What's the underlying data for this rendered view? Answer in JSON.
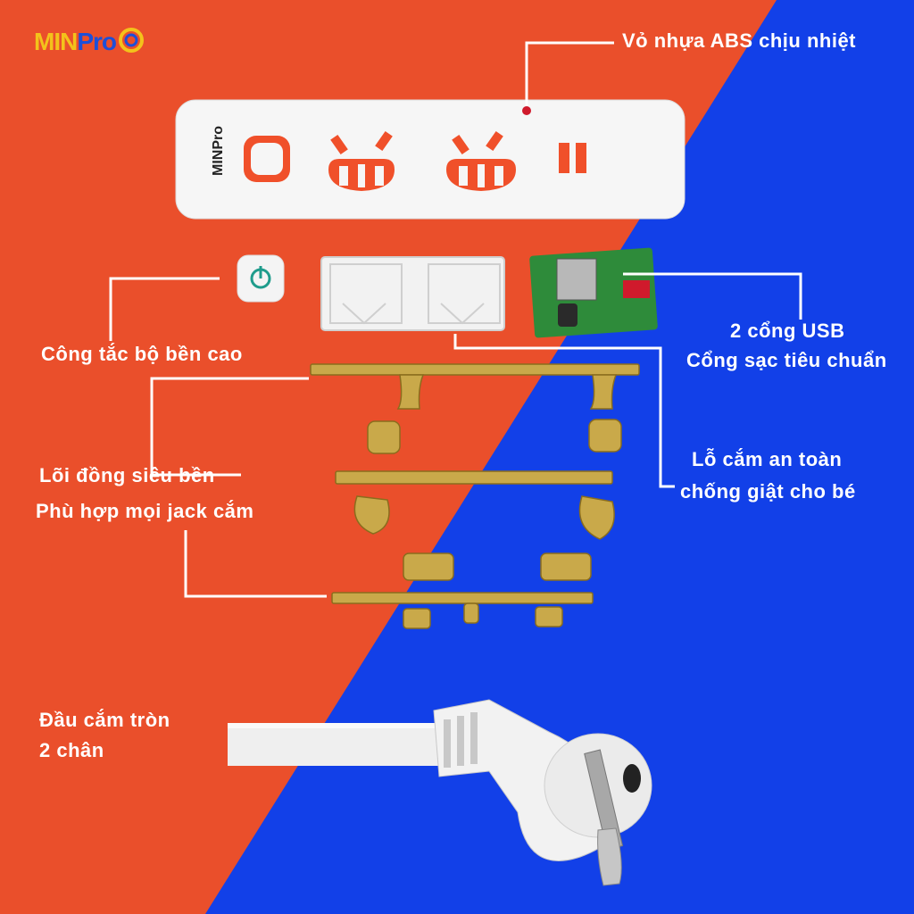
{
  "brand": {
    "logo_part1": "MIN",
    "logo_part2": "Pro"
  },
  "strip": {
    "logo_text": "MINPro"
  },
  "colors": {
    "left_bg": "#ea4f2b",
    "right_bg": "#1240e8",
    "plastic": "#f6f6f6",
    "socket": "#f0502a",
    "brass": "#c9a94a"
  },
  "labels": {
    "shell": "Vỏ nhựa ABS chịu nhiệt",
    "usb_line1": "2 cổng USB",
    "usb_line2": "Cổng sạc tiêu chuẩn",
    "switch": "Công tắc bộ bền cao",
    "copper_line1": "Lõi đồng siêu bền",
    "copper_line2": "Phù hợp mọi jack cắm",
    "safety_line1": "Lỗ cắm an toàn",
    "safety_line2": "chống giật cho bé",
    "plug_line1": "Đầu cắm tròn",
    "plug_line2": "2 chân"
  }
}
